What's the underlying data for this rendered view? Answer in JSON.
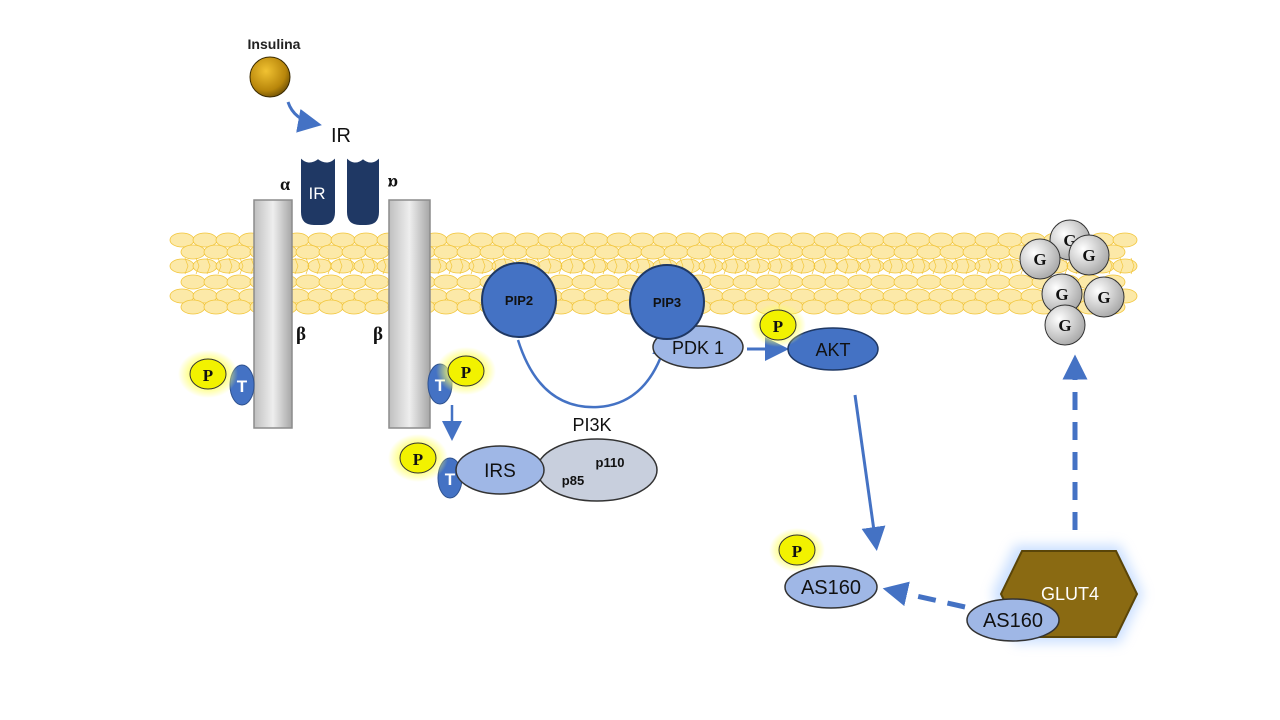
{
  "labels": {
    "insulin": "Insulina",
    "receptor_top": "IR",
    "receptor_inner": "IR",
    "alpha": "α",
    "alpha_right": "α",
    "beta_left": "β",
    "beta_right": "β",
    "pip2": "PIP2",
    "pip3": "PIP3",
    "pdk1": "PDK 1",
    "akt": "AKT",
    "pi3k": "PI3K",
    "p110": "p110",
    "p85": "p85",
    "irs": "IRS",
    "as160_phos": "AS160",
    "as160": "AS160",
    "glut4": "GLUT4",
    "phosphate": "P",
    "tyrosine": "T",
    "glucose": "G"
  },
  "colors": {
    "membrane_fill": "#fce9a8",
    "membrane_stroke": "#f2c53a",
    "receptor_dark": "#1f3864",
    "protein_blue": "#4472c4",
    "protein_light": "#9fb7e6",
    "pi3k_gray": "#c8cfdd",
    "phosphate_yellow": "#f2f200",
    "glut4_gold": "#8a6a12",
    "glucose_gray": "#d0d0d0",
    "arrow_blue": "#4472c4"
  }
}
